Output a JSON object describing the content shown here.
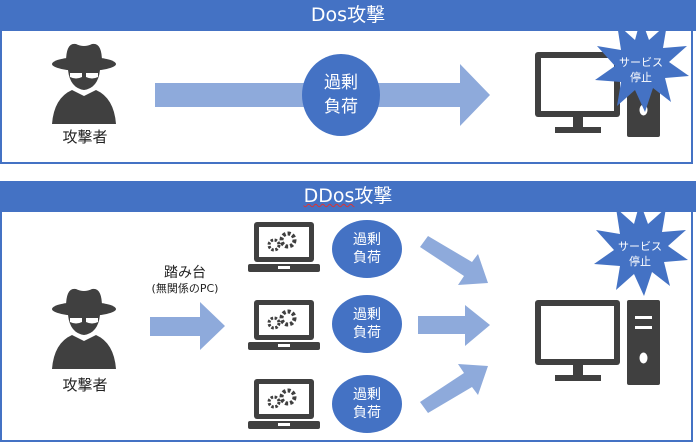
{
  "dos": {
    "title": "Dos攻撃",
    "attacker_label": "攻撃者",
    "load_line1": "過剰",
    "load_line2": "負荷",
    "service_line1": "サービス",
    "service_line2": "停止"
  },
  "ddos": {
    "title_prefix": "DDos",
    "title_suffix": "攻撃",
    "attacker_label": "攻撃者",
    "stepping_stone": "踏み台",
    "stepping_stone_note": "(無関係のPC)",
    "load_items": [
      {
        "line1": "過剰",
        "line2": "負荷"
      },
      {
        "line1": "過剰",
        "line2": "負荷"
      },
      {
        "line1": "過剰",
        "line2": "負荷"
      }
    ],
    "service_line1": "サービス",
    "service_line2": "停止"
  },
  "colors": {
    "header": "#4472c4",
    "arrow": "#8eaadb",
    "circle": "#4472c4",
    "icon": "#404040"
  }
}
